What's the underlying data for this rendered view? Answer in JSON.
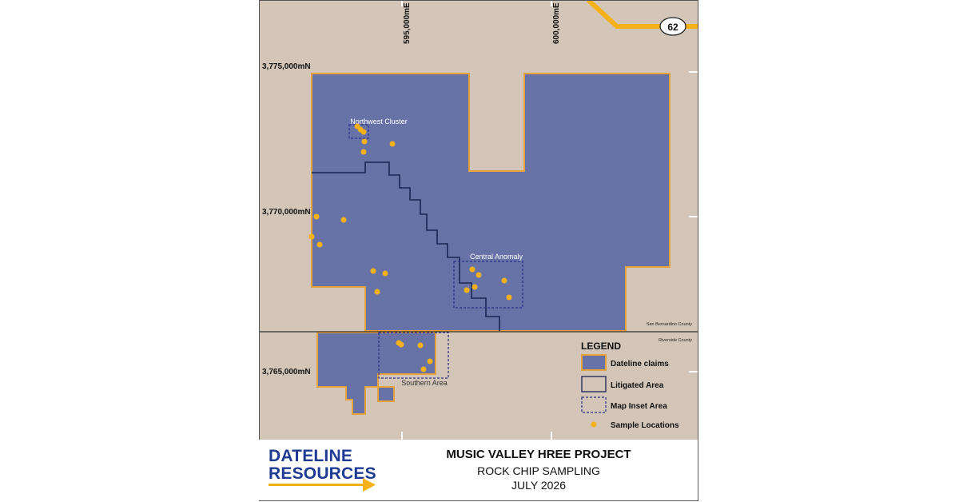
{
  "map": {
    "eastings": [
      "595,000mE",
      "600,000mE"
    ],
    "northings": [
      "3,775,000mN",
      "3,770,000mN",
      "3,765,000mN"
    ],
    "highway_label": "62",
    "inset_areas": [
      "Northwest Cluster",
      "Central Anomaly",
      "Southern Area"
    ],
    "counties": [
      "San Bernardino County",
      "Riverside County"
    ],
    "colors": {
      "background": "#d3c6b8",
      "claims_fill": "#6772a6",
      "claims_outline": "#e8a23c",
      "samples": "#f5b117",
      "road": "#f5b117",
      "litigated_line": "#1a2454",
      "inset_border": "#2b2f8a"
    }
  },
  "legend": {
    "title": "LEGEND",
    "items": [
      {
        "label": "Dateline claims",
        "icon": "claims-swatch-icon"
      },
      {
        "label": "Litigated Area",
        "icon": "litigated-swatch-icon"
      },
      {
        "label": "Map Inset Area",
        "icon": "inset-swatch-icon"
      },
      {
        "label": "Sample Locations",
        "icon": "sample-dot-icon"
      }
    ]
  },
  "footer": {
    "logo_line1": "DATELINE",
    "logo_line2": "RESOURCES",
    "project_title": "MUSIC VALLEY HREE PROJECT",
    "subtitle": "ROCK CHIP SAMPLING",
    "date": "JULY 2026"
  }
}
